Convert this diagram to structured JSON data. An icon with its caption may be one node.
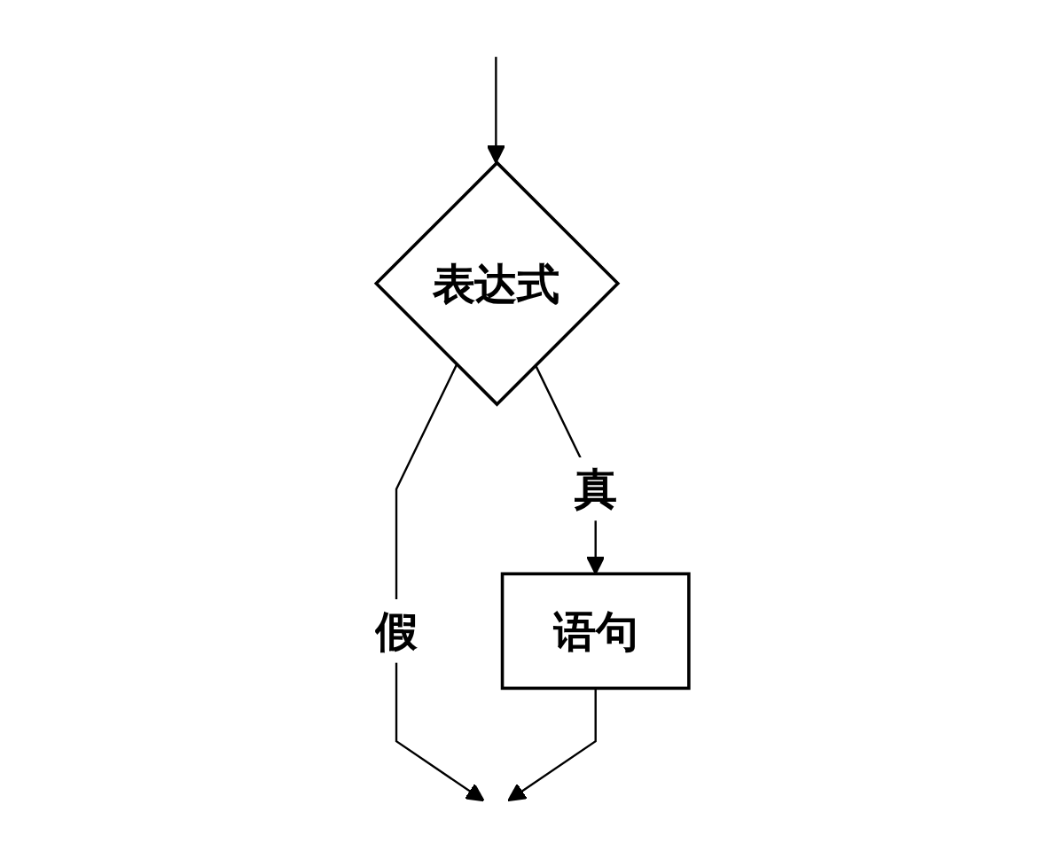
{
  "diagram": {
    "nodes": [
      {
        "text": [
          "表达式"
        ]
      },
      {
        "text": [
          "语句"
        ]
      }
    ],
    "edges": [
      {
        "from": null,
        "to": 0,
        "arrow": "to"
      },
      {
        "from": 0,
        "to": 1,
        "arrow": "to",
        "label": "真"
      },
      {
        "from": 0,
        "to": null,
        "arrow": "to",
        "label": "假"
      },
      {
        "from": 1,
        "to": null,
        "arrow": "to"
      }
    ]
  }
}
